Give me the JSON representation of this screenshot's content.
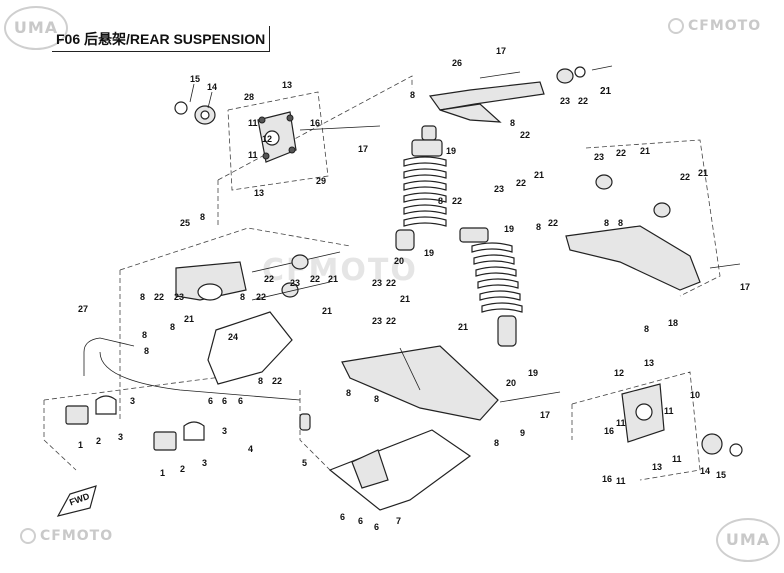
{
  "header": {
    "title": "F06 后悬架/REAR SUSPENSION"
  },
  "logos": {
    "top_left": "UMA",
    "top_right": "CFMOTO",
    "bottom_left": "CFMOTO",
    "bottom_right": "UMA",
    "watermark": "CFMOTO"
  },
  "fwd_label": "FWD",
  "callouts": [
    {
      "id": "c1",
      "label": "15"
    },
    {
      "id": "c2",
      "label": "14"
    },
    {
      "id": "c3",
      "label": "13"
    },
    {
      "id": "c4",
      "label": "28"
    },
    {
      "id": "c5",
      "label": "16"
    },
    {
      "id": "c6",
      "label": "11"
    },
    {
      "id": "c7",
      "label": "11"
    },
    {
      "id": "c8",
      "label": "12"
    },
    {
      "id": "c9",
      "label": "13"
    },
    {
      "id": "c10",
      "label": "29"
    },
    {
      "id": "c11",
      "label": "17"
    },
    {
      "id": "c12",
      "label": "26"
    },
    {
      "id": "c13",
      "label": "17"
    },
    {
      "id": "c14",
      "label": "8"
    },
    {
      "id": "c15",
      "label": "23"
    },
    {
      "id": "c16",
      "label": "22"
    },
    {
      "id": "c17",
      "label": "21"
    },
    {
      "id": "c18",
      "label": "8"
    },
    {
      "id": "c19",
      "label": "22"
    },
    {
      "id": "c20",
      "label": "19"
    },
    {
      "id": "c21",
      "label": "23"
    },
    {
      "id": "c22",
      "label": "22"
    },
    {
      "id": "c23",
      "label": "21"
    },
    {
      "id": "c24",
      "label": "8"
    },
    {
      "id": "c25",
      "label": "22"
    },
    {
      "id": "c26",
      "label": "20"
    },
    {
      "id": "c27",
      "label": "19"
    },
    {
      "id": "c28",
      "label": "19"
    },
    {
      "id": "c29",
      "label": "25"
    },
    {
      "id": "c30",
      "label": "8"
    },
    {
      "id": "c31",
      "label": "22"
    },
    {
      "id": "c32",
      "label": "22"
    },
    {
      "id": "c33",
      "label": "21"
    },
    {
      "id": "c34",
      "label": "8"
    },
    {
      "id": "c35",
      "label": "22"
    },
    {
      "id": "c36",
      "label": "23"
    },
    {
      "id": "c37",
      "label": "21"
    },
    {
      "id": "c38",
      "label": "8"
    },
    {
      "id": "c39",
      "label": "22"
    },
    {
      "id": "c40",
      "label": "23"
    },
    {
      "id": "c41",
      "label": "21"
    },
    {
      "id": "c42",
      "label": "27"
    },
    {
      "id": "c43",
      "label": "8"
    },
    {
      "id": "c44",
      "label": "8"
    },
    {
      "id": "c45",
      "label": "24"
    },
    {
      "id": "c46",
      "label": "8"
    },
    {
      "id": "c47",
      "label": "22"
    },
    {
      "id": "c48",
      "label": "6"
    },
    {
      "id": "c49",
      "label": "6"
    },
    {
      "id": "c50",
      "label": "6"
    },
    {
      "id": "c51",
      "label": "8"
    },
    {
      "id": "c52",
      "label": "3"
    },
    {
      "id": "c53",
      "label": "3"
    },
    {
      "id": "c54",
      "label": "1"
    },
    {
      "id": "c55",
      "label": "2"
    },
    {
      "id": "c56",
      "label": "3"
    },
    {
      "id": "c57",
      "label": "1"
    },
    {
      "id": "c58",
      "label": "2"
    },
    {
      "id": "c59",
      "label": "3"
    },
    {
      "id": "c60",
      "label": "4"
    },
    {
      "id": "c61",
      "label": "5"
    },
    {
      "id": "c62",
      "label": "8"
    },
    {
      "id": "c63",
      "label": "8"
    },
    {
      "id": "c64",
      "label": "9"
    },
    {
      "id": "c65",
      "label": "8"
    },
    {
      "id": "c66",
      "label": "6"
    },
    {
      "id": "c67",
      "label": "6"
    },
    {
      "id": "c68",
      "label": "6"
    },
    {
      "id": "c69",
      "label": "7"
    },
    {
      "id": "c70",
      "label": "17"
    },
    {
      "id": "c71",
      "label": "20"
    },
    {
      "id": "c72",
      "label": "19"
    },
    {
      "id": "c73",
      "label": "23"
    },
    {
      "id": "c74",
      "label": "22"
    },
    {
      "id": "c75",
      "label": "21"
    },
    {
      "id": "c76",
      "label": "23"
    },
    {
      "id": "c77",
      "label": "22"
    },
    {
      "id": "c78",
      "label": "21"
    },
    {
      "id": "c79",
      "label": "8"
    },
    {
      "id": "c80",
      "label": "22"
    },
    {
      "id": "c81",
      "label": "23"
    },
    {
      "id": "c82",
      "label": "22"
    },
    {
      "id": "c83",
      "label": "21"
    },
    {
      "id": "c84",
      "label": "17"
    },
    {
      "id": "c85",
      "label": "18"
    },
    {
      "id": "c86",
      "label": "8"
    },
    {
      "id": "c87",
      "label": "12"
    },
    {
      "id": "c88",
      "label": "13"
    },
    {
      "id": "c89",
      "label": "10"
    },
    {
      "id": "c90",
      "label": "16"
    },
    {
      "id": "c91",
      "label": "11"
    },
    {
      "id": "c92",
      "label": "11"
    },
    {
      "id": "c93",
      "label": "16"
    },
    {
      "id": "c94",
      "label": "11"
    },
    {
      "id": "c95",
      "label": "13"
    },
    {
      "id": "c96",
      "label": "11"
    },
    {
      "id": "c97",
      "label": "14"
    },
    {
      "id": "c98",
      "label": "15"
    },
    {
      "id": "c99",
      "label": "8"
    },
    {
      "id": "c100",
      "label": "8"
    },
    {
      "id": "c101",
      "label": "22"
    },
    {
      "id": "c102",
      "label": "21"
    }
  ]
}
